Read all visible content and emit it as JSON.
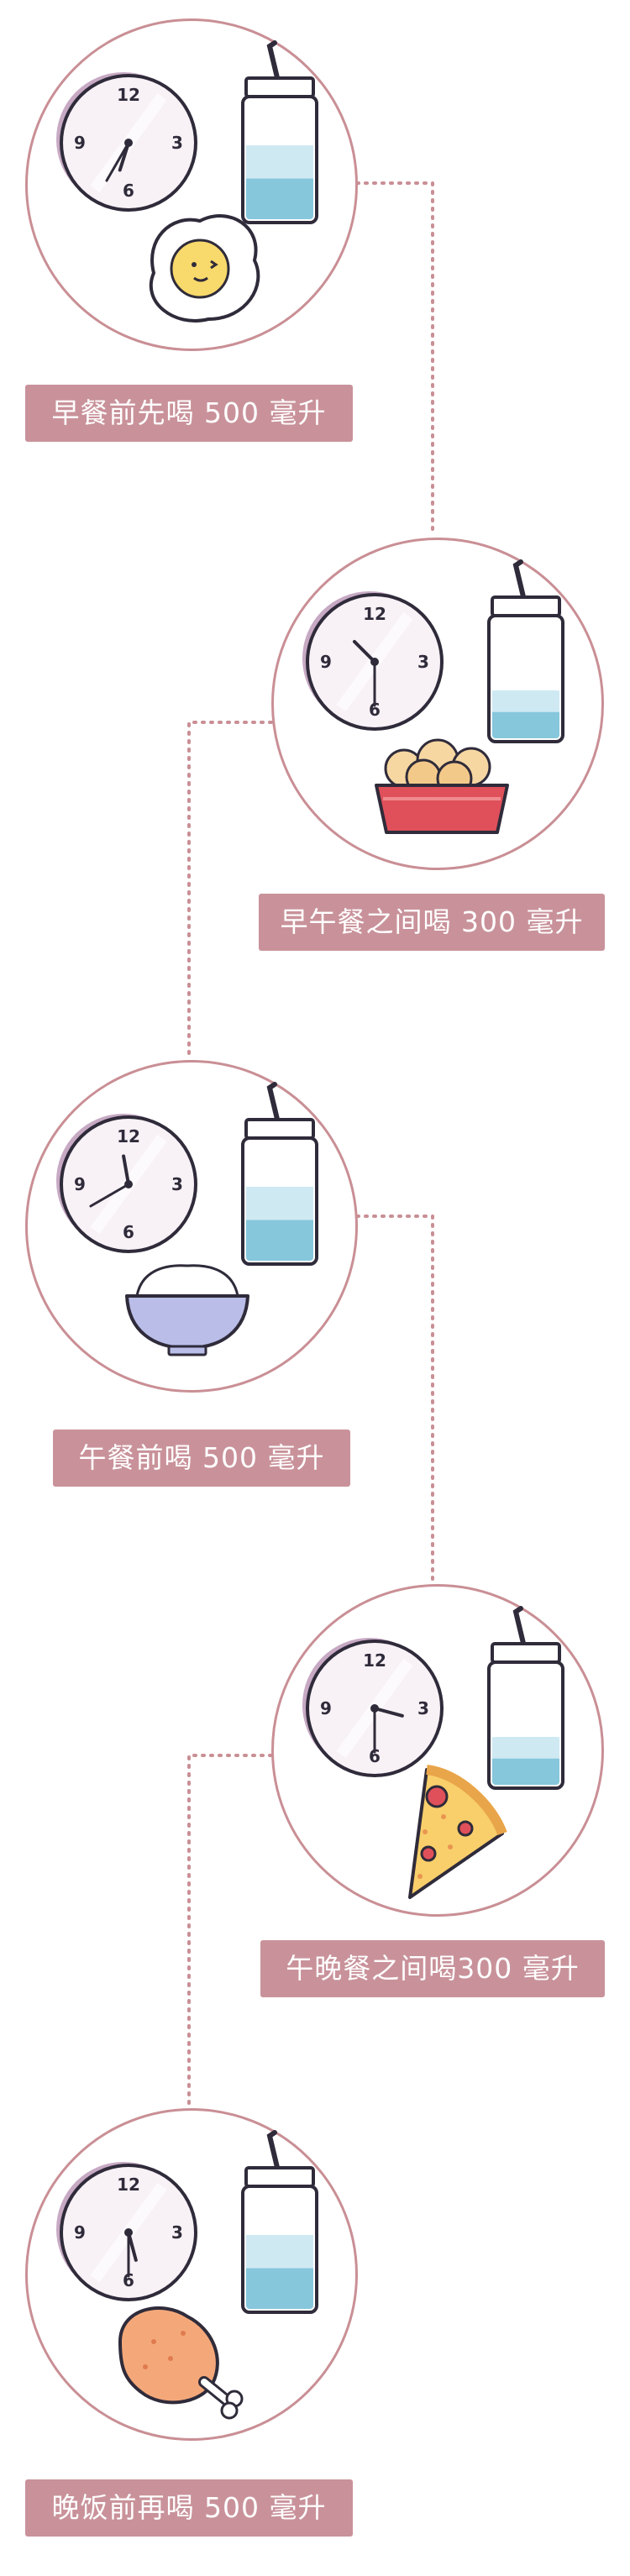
{
  "steps": [
    {
      "label": "早餐前先喝 500 毫升",
      "clock_hour": 6,
      "clock_minute": 35,
      "water_level": 0.62,
      "food": "fried-egg"
    },
    {
      "label": "早午餐之间喝 300 毫升",
      "clock_hour": 10,
      "clock_minute": 30,
      "water_level": 0.4,
      "food": "cookie-basket"
    },
    {
      "label": "午餐前喝 500 毫升",
      "clock_hour": 11,
      "clock_minute": 40,
      "water_level": 0.62,
      "food": "rice-bowl"
    },
    {
      "label": "午晚餐之间喝300 毫升",
      "clock_hour": 3,
      "clock_minute": 30,
      "water_level": 0.4,
      "food": "pizza-slice"
    },
    {
      "label": "晚饭前再喝 500 毫升",
      "clock_hour": 5,
      "clock_minute": 30,
      "water_level": 0.62,
      "food": "chicken-leg"
    }
  ],
  "clock_numerals": {
    "n12": "12",
    "n3": "3",
    "n6": "6",
    "n9": "9"
  },
  "colors": {
    "circle_border": "#c98f95",
    "label_bg": "#c9929a",
    "connector": "#c98f95",
    "water_light": "#cfe9f3",
    "water_dark": "#86c7dc"
  }
}
